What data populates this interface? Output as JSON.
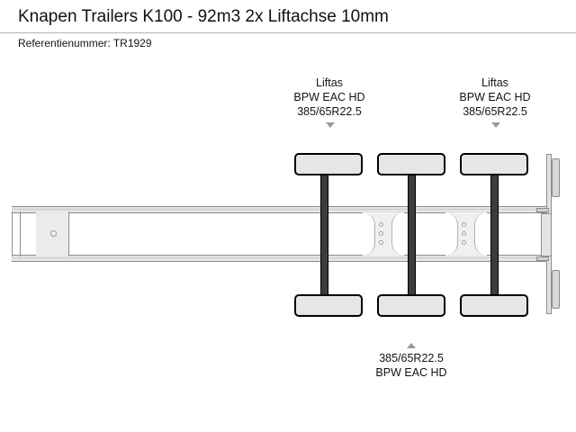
{
  "header": {
    "title": "Knapen Trailers K100 - 92m3 2x Liftachse 10mm",
    "reference": "Referentienummer: TR1929"
  },
  "callouts": {
    "top": [
      {
        "line1": "Liftas",
        "line2": "BPW EAC HD",
        "line3": "385/65R22.5",
        "arrow": "arrow-down-icon"
      },
      {
        "line1": "Liftas",
        "line2": "BPW EAC HD",
        "line3": "385/65R22.5",
        "arrow": "arrow-down-icon"
      }
    ],
    "bottom": [
      {
        "line1": "385/65R22.5",
        "line2": "BPW EAC HD",
        "arrow": "arrow-up-icon"
      }
    ]
  },
  "drawing": {
    "view": "side-elevation",
    "axle_count": 3,
    "lift_axle_count": 2,
    "axles": [
      {
        "label": "axle-1",
        "lift": true
      },
      {
        "label": "axle-2",
        "lift": false
      },
      {
        "label": "axle-3",
        "lift": true
      }
    ],
    "suspension_brackets": 2,
    "bolts_per_bracket": 3,
    "kingpin": "kingpin-marker"
  },
  "colors": {
    "background": "#ffffff",
    "text": "#141414",
    "rule": "#b4b4b4",
    "steel_light": "#e4e4e4",
    "steel_outline": "#8e8e8e",
    "axle_dark": "#3c3c3c",
    "wheel_outline": "#000000",
    "arrow": "#9a9a9a"
  }
}
